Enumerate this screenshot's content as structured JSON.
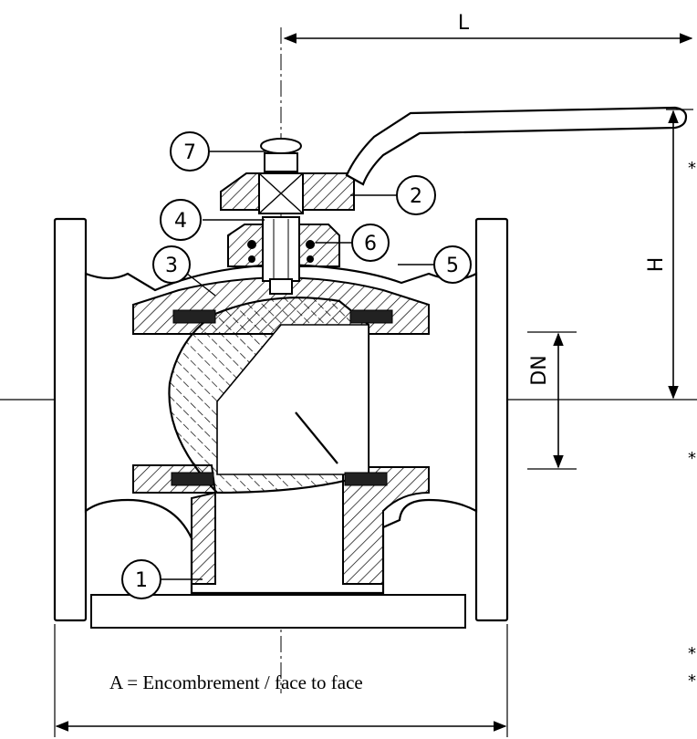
{
  "dimensions": {
    "length": "L",
    "height": "H",
    "nominal_diameter": "DN"
  },
  "part_numbers": [
    "1",
    "2",
    "3",
    "4",
    "5",
    "6",
    "7"
  ],
  "caption": "A = Encombrement / face to face",
  "footnote_marks": [
    "*",
    "*",
    "*",
    "*"
  ]
}
